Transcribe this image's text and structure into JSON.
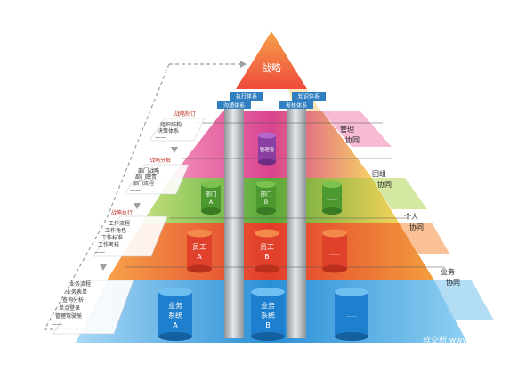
{
  "apex": {
    "label": "战略"
  },
  "top_tags": [
    {
      "label": "执行体系"
    },
    {
      "label": "知识体系"
    },
    {
      "label": "沟通体系"
    },
    {
      "label": "考核体系"
    }
  ],
  "side_labels": [
    {
      "line1": "管理",
      "line2": "协同"
    },
    {
      "line1": "团组",
      "line2": "协同"
    },
    {
      "line1": "个人",
      "line2": "协同"
    },
    {
      "line1": "业务",
      "line2": "协同"
    }
  ],
  "left_panels": [
    {
      "title": "战略制订",
      "lines": [
        "组织结构",
        "决策体系",
        "——"
      ]
    },
    {
      "title": "战略分解",
      "lines": [
        "部门战略",
        "部门职责",
        "部门流程",
        "——"
      ]
    },
    {
      "title": "战略执行",
      "lines": [
        "工作流程",
        "工作角色",
        "工作标准",
        "工作考核",
        "——"
      ]
    },
    {
      "title": "",
      "lines": [
        "业务流程",
        "业务表单",
        "查询分析",
        "单点登录",
        "管理驾驶舱",
        "——"
      ]
    }
  ],
  "cylinders": {
    "manager": "管理者",
    "dept_a": [
      "部门",
      "A"
    ],
    "dept_b": [
      "部门",
      "B"
    ],
    "dept_etc": "……",
    "staff_a": [
      "员工",
      "A"
    ],
    "staff_b": [
      "员工",
      "B"
    ],
    "staff_etc": "……",
    "sys_a": [
      "业务",
      "系统",
      "A"
    ],
    "sys_b": [
      "业务",
      "系统",
      "B"
    ],
    "sys_etc": "……"
  },
  "watermark": "软交所  www.csix.cn",
  "colors": {
    "apex": "#ef5a4a",
    "magenta": "#e04fa0",
    "green": "#7fc241",
    "red": "#e8432e",
    "blue": "#3fa3e0",
    "gray_pillar": "#b9bec4"
  }
}
